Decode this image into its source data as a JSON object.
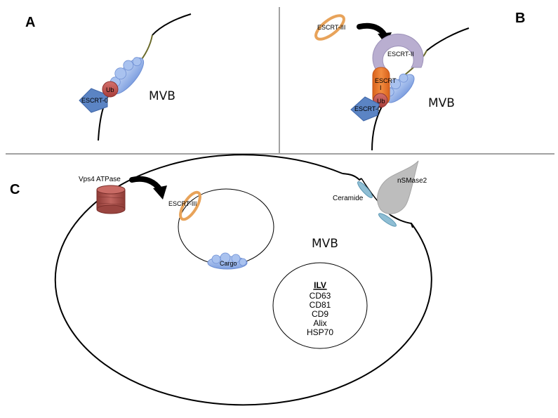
{
  "panels": {
    "a": {
      "letter": "A",
      "escrt0": "ESCRT-0",
      "ub": "Ub",
      "mvb": "MVB"
    },
    "b": {
      "letter": "B",
      "escrt3": "ESCRT-III",
      "escrt2": "ESCRT-II",
      "escrt1_line1": "ESCRT",
      "escrt1_line2": "I",
      "escrt0": "ESCRT-0",
      "ub": "Ub",
      "mvb": "MVB"
    },
    "c": {
      "letter": "C",
      "vps4": "Vps4 ATPase",
      "escrt3": "ESCRT-III",
      "cargo": "Cargo",
      "ceramide": "Ceramide",
      "nsmase2": "nSMase2",
      "mvb": "MVB",
      "ilv_title": "ILV",
      "ilv_markers": [
        "CD63",
        "CD81",
        "CD9",
        "Alix",
        "HSP70"
      ]
    }
  },
  "colors": {
    "escrt0": "#5b84c4",
    "ub": "#c0504d",
    "cargo": "#9ab8ec",
    "escrt1": "#e8742a",
    "escrt2": "#b9aed0",
    "escrt3": "#e8a35a",
    "vps4": "#b0554f",
    "ceramide": "#8fbed4",
    "nsmase2": "#bdbdbd",
    "budding_membrane": "#6a6a2a"
  }
}
